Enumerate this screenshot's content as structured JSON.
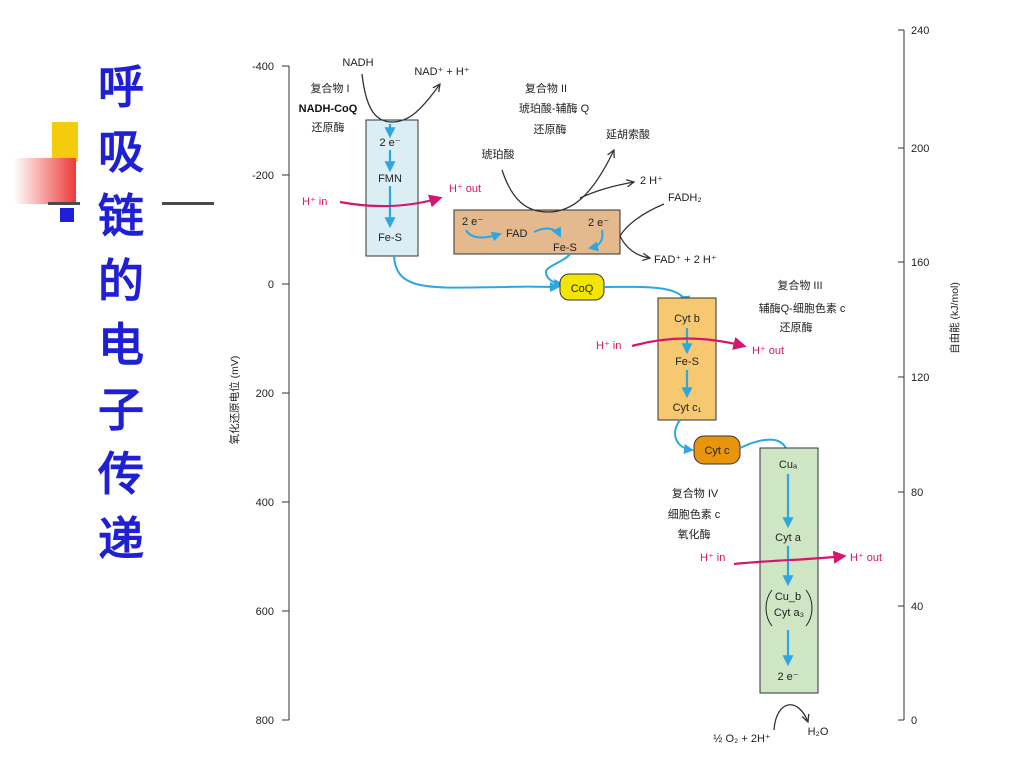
{
  "slide": {
    "title_chars": [
      "呼",
      "吸",
      "链",
      "的",
      "电",
      "子",
      "传",
      "递"
    ],
    "title_color": "#1f1fd6"
  },
  "left_axis": {
    "label": "氧化还原电位 (mV)",
    "ticks": [
      "-400",
      "-200",
      "0",
      "200",
      "400",
      "600",
      "800"
    ]
  },
  "right_axis": {
    "label": "自由能 (kJ/mol)",
    "ticks": [
      "240",
      "200",
      "160",
      "120",
      "80",
      "40",
      "0"
    ]
  },
  "complex1": {
    "name": "复合物 I",
    "enzyme": "NADH-CoQ",
    "enzyme2": "还原酶",
    "nadh": "NADH",
    "nad": "NAD⁺ + H⁺",
    "electrons": "2 e⁻",
    "fmn": "FMN",
    "fes": "Fe-S",
    "h_in": "H⁺ in",
    "h_out": "H⁺ out"
  },
  "complex2": {
    "name": "复合物 II",
    "enzyme": "琥珀酸-辅酶 Q",
    "enzyme2": "还原酶",
    "fumarate": "延胡索酸",
    "succinate": "琥珀酸",
    "two_h": "2 H⁺",
    "fadh2": "FADH₂",
    "fad_out": "FAD⁺ + 2 H⁺",
    "e_left": "2 e⁻",
    "e_right": "2 e⁻",
    "fad": "FAD",
    "fes": "Fe-S"
  },
  "coq": {
    "label": "CoQ",
    "color": "#f2e600"
  },
  "complex3": {
    "name": "复合物 III",
    "enzyme": "辅酶Q-细胞色素 c",
    "enzyme2": "还原酶",
    "cytb": "Cyt b",
    "fes": "Fe-S",
    "cytc1": "Cyt c₁",
    "h_in": "H⁺ in",
    "h_out": "H⁺ out"
  },
  "cytc": {
    "label": "Cyt c",
    "color": "#e8950c"
  },
  "complex4": {
    "name": "复合物 IV",
    "enzyme": "细胞色素 c",
    "enzyme2": "氧化酶",
    "cua": "Cuₐ",
    "cyta": "Cyt a",
    "cub": "Cu_b",
    "cyta3": "Cyt a₃",
    "electrons": "2 e⁻",
    "h_in": "H⁺ in",
    "h_out": "H⁺ out",
    "oxygen": "½ O₂ + 2H⁺",
    "water": "H₂O"
  },
  "colors": {
    "electron_arrow": "#2ea7e0",
    "proton_arrow": "#d6166e",
    "complex1_fill": "#dbeef3",
    "complex2_fill": "#e4b98e",
    "complex3_fill": "#f6c971",
    "complex4_fill": "#cfe6c4"
  }
}
